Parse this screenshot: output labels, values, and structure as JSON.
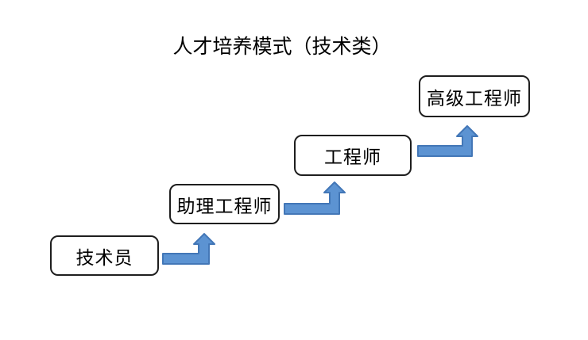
{
  "title": {
    "text": "人才培养模式（技术类）"
  },
  "diagram": {
    "nodes": [
      {
        "id": "technician",
        "label": "技术员"
      },
      {
        "id": "assistant-engineer",
        "label": "助理工程师"
      },
      {
        "id": "engineer",
        "label": "工程师"
      },
      {
        "id": "senior-engineer",
        "label": "高级工程师"
      }
    ],
    "arrows": [
      {
        "from": "技术员",
        "to": "助理工程师",
        "shape": "bent-up-arrow"
      },
      {
        "from": "助理工程师",
        "to": "工程师",
        "shape": "bent-up-arrow"
      },
      {
        "from": "工程师",
        "to": "高级工程师",
        "shape": "bent-up-arrow"
      }
    ],
    "colors": {
      "arrow_fill": "#5C93D2",
      "arrow_stroke": "#4377B7",
      "box_border": "#1E1E1E",
      "box_fill": "#FFFFFF",
      "text": "#000000",
      "background": "#FFFFFF"
    }
  }
}
